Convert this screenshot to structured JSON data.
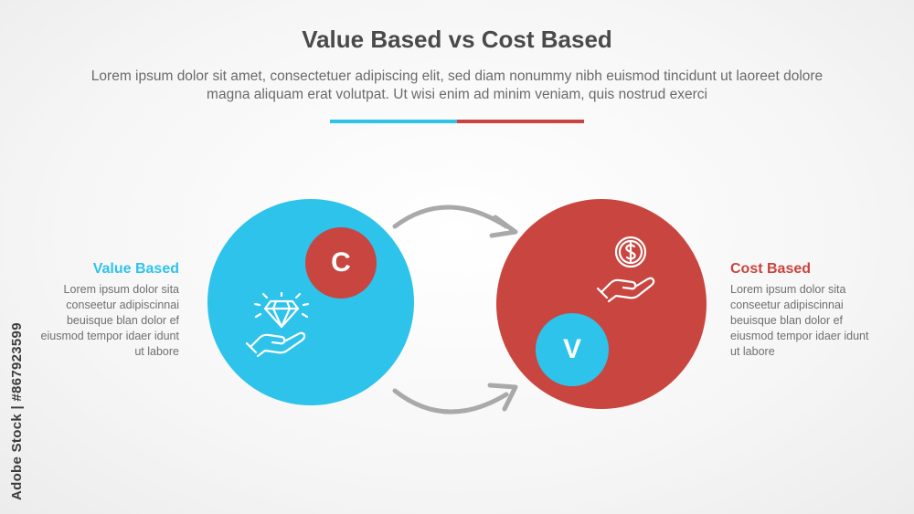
{
  "header": {
    "title": "Value Based vs Cost Based",
    "subtitle": "Lorem ipsum dolor sit amet, consectetuer adipiscing elit, sed diam nonummy nibh euismod tincidunt ut laoreet dolore magna aliquam erat volutpat. Ut wisi enim ad minim veniam, quis nostrud exerci"
  },
  "colors": {
    "blue": "#2ec3ea",
    "red": "#c9453f",
    "arrow": "#a9a9a9",
    "title_text": "#4a4a4a"
  },
  "left": {
    "heading": "Value Based",
    "body": "Lorem ipsum dolor sita conseetur adipiscinnai beuisque blan dolor ef eiusmod tempor idaer idunt ut labore",
    "badge_letter": "C",
    "icon": "diamond-in-hand-icon"
  },
  "right": {
    "heading": "Cost Based",
    "body": "Lorem ipsum dolor sita conseetur adipiscinnai beuisque blan dolor ef eiusmod tempor idaer idunt ut labore",
    "badge_letter": "V",
    "icon": "coin-in-hand-icon"
  },
  "arrows": [
    "arrow-top-right",
    "arrow-bottom-right"
  ],
  "watermark": {
    "side_text": "Adobe Stock | #867923599"
  }
}
